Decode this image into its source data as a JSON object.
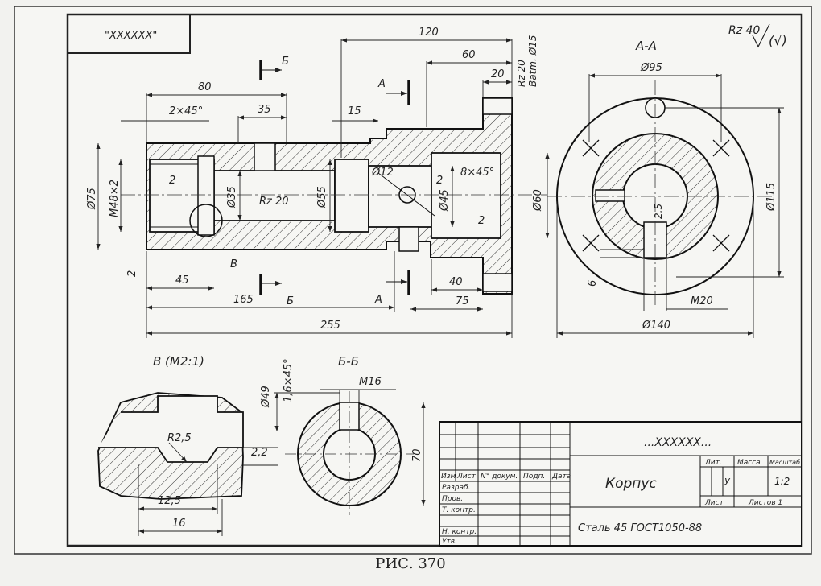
{
  "frame_label": "\"XXXXXX\"",
  "title_top": "Rz 40",
  "surface_mark": "(√)",
  "caption": "РИС. 370",
  "dims": {
    "d120": "120",
    "d80": "80",
    "d60": "60",
    "d20": "20",
    "d35": "35",
    "d15": "15",
    "chamfer_left": "2×45°",
    "rz20_top": "Rz 20",
    "sverl15": "Batm. Ø15",
    "d75": "Ø75",
    "m48": "M48×2",
    "d35b": "Ø35",
    "rz20": "Rz 20",
    "d55": "Ø55",
    "d12": "Ø12",
    "d45": "Ø45",
    "chamfer_right": "8×45°",
    "d60b": "Ø60",
    "two": "2",
    "two_b": "2",
    "two_c": "2",
    "two_d": "2",
    "b_label": "B",
    "d45len": "45",
    "d165": "165",
    "d40": "40",
    "d75len": "75",
    "d255": "255",
    "sec_a1": "A",
    "sec_a2": "A",
    "sec_b1": "Б",
    "sec_b2": "Б"
  },
  "section_aa": {
    "title": "A-A",
    "d95": "Ø95",
    "d115": "Ø115",
    "d25": "2.5",
    "d6": "6",
    "m20": "M20",
    "d140": "Ø140"
  },
  "detail_b": {
    "title": "B (M2:1)",
    "r25": "R2,5",
    "d22": "2,2",
    "d125": "12,5",
    "d16": "16"
  },
  "section_bb": {
    "title": "Б-Б",
    "chamfer": "1,6×45°",
    "d49": "Ø49",
    "m16": "M16",
    "d70": "70"
  },
  "title_block": {
    "designation": "...XXXXXX...",
    "name": "Корпус",
    "material": "Сталь 45 ГОСТ1050-88",
    "col_izm": "Изм",
    "col_list": "Лист",
    "col_doc": "N° докум.",
    "col_podp": "Подп.",
    "col_data": "Дата",
    "row_razrab": "Разраб.",
    "row_prov": "Пров.",
    "row_tkontr": "Т. контр.",
    "row_nkontr": "Н. контр.",
    "row_utv": "Утв.",
    "lit": "Лит.",
    "massa": "Масса",
    "masshtab": "Масштаб",
    "u": "У",
    "scale": "1:2",
    "list": "Лист",
    "listov": "Листов 1"
  }
}
